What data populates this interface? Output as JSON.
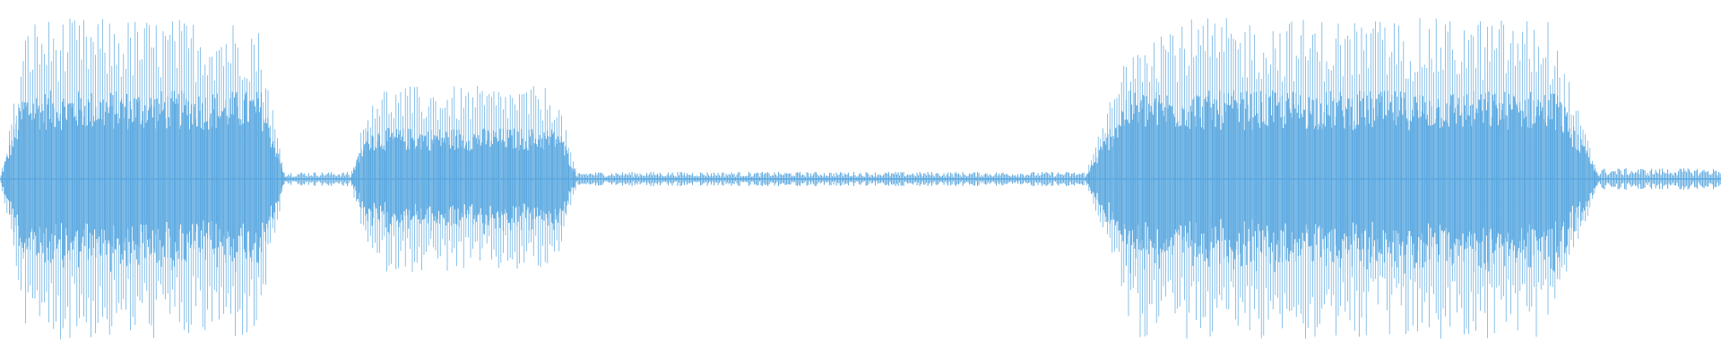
{
  "waveform": {
    "color": "#5aa8e0",
    "segments": [
      {
        "kind": "loud",
        "start": 0.0,
        "end": 0.166,
        "amplitude": 0.45
      },
      {
        "kind": "silence",
        "start": 0.166,
        "end": 0.203,
        "amplitude": 0.02
      },
      {
        "kind": "medium",
        "start": 0.203,
        "end": 0.336,
        "amplitude": 0.26
      },
      {
        "kind": "silence",
        "start": 0.336,
        "end": 0.63,
        "amplitude": 0.02
      },
      {
        "kind": "loud",
        "start": 0.63,
        "end": 0.93,
        "amplitude": 0.45
      },
      {
        "kind": "silence",
        "start": 0.93,
        "end": 1.0,
        "amplitude": 0.03
      }
    ]
  }
}
